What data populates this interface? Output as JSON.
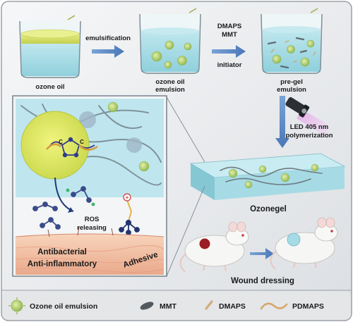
{
  "steps": {
    "beaker1_label": "ozone oil",
    "arrow1_label": "emulsification",
    "beaker2_label_line1": "ozone oil",
    "beaker2_label_line2": "emulsion",
    "arrow2_label_line1": "DMAPS",
    "arrow2_label_line2": "MMT",
    "arrow2_label_line3": "initiator",
    "beaker3_label_line1": "pre-gel",
    "beaker3_label_line2": "emulsion"
  },
  "curing": {
    "line1": "LED 405 nm",
    "line2": "polymerization"
  },
  "gel": {
    "label": "Ozonegel"
  },
  "inset": {
    "ros_line1": "ROS",
    "ros_line2": "releasing",
    "antibacterial": "Antibacterial",
    "anti_inflammatory": "Anti-inflammatory",
    "adhesive": "Adhesive",
    "atom_letter": "C"
  },
  "application": {
    "label": "Wound dressing"
  },
  "legend": [
    {
      "key": "ozone_oil_emulsion",
      "label": "Ozone oil emulsion",
      "icon": "emulsion-droplet-icon"
    },
    {
      "key": "mmt",
      "label": "MMT",
      "icon": "mmt-platelet-icon"
    },
    {
      "key": "dmaps",
      "label": "DMAPS",
      "icon": "dmaps-rod-icon"
    },
    {
      "key": "pdmaps",
      "label": "PDMAPS",
      "icon": "pdmaps-chain-icon"
    }
  ],
  "colors": {
    "gel_blue": "#a9dde8",
    "oil_yellow": "#d9e46a",
    "droplet_green": "#b9d77a",
    "arrow_blue": "#5b86c2",
    "skin": "#f1c1a0",
    "wound_red": "#9b1c24"
  }
}
